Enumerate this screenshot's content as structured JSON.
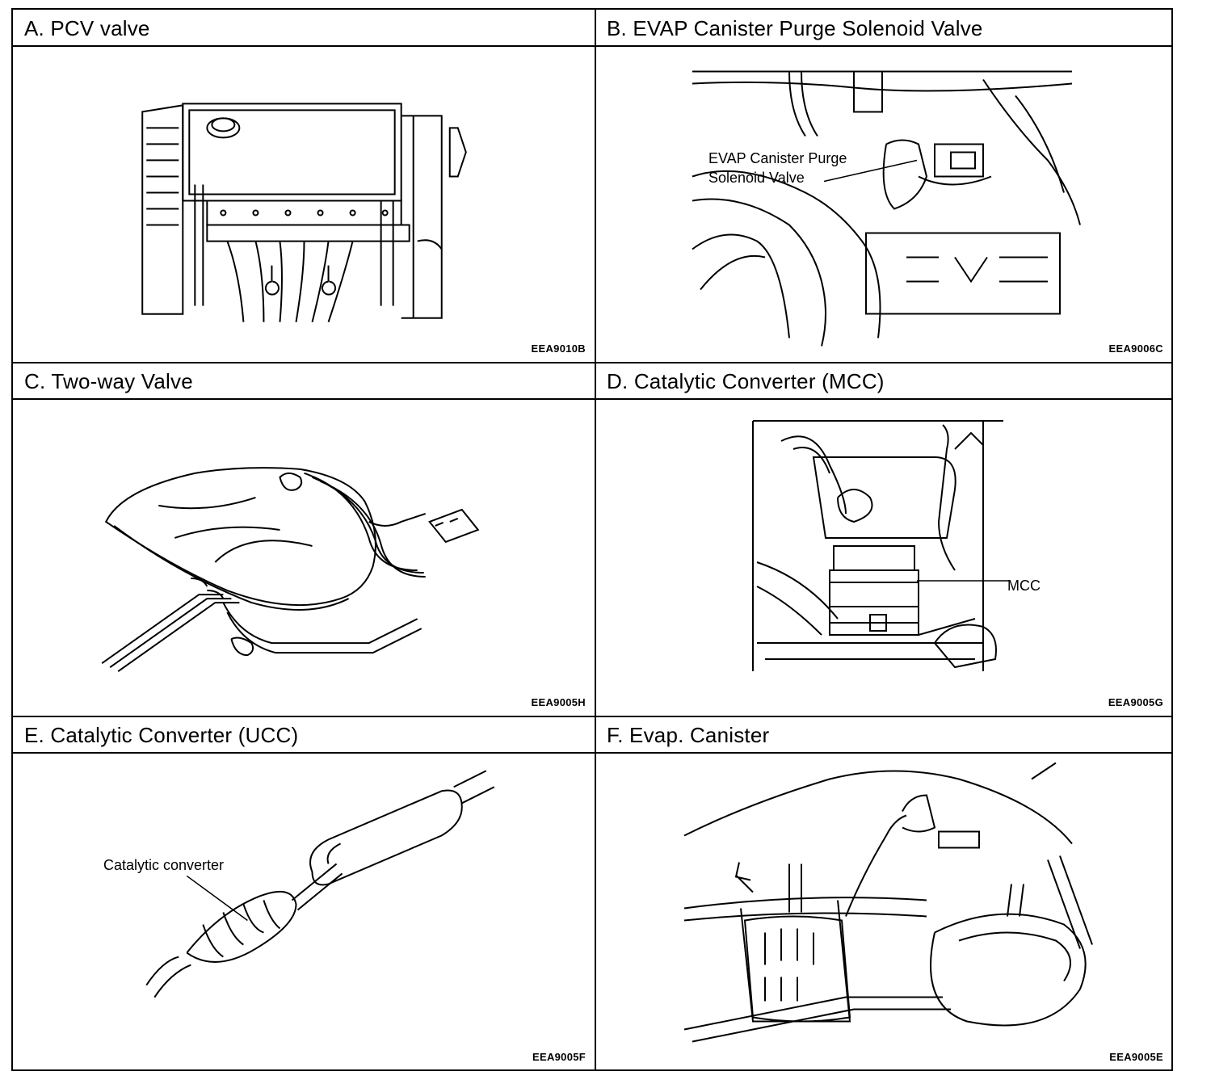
{
  "panels": [
    {
      "title": "A. PCV valve",
      "code": "EEA9010B",
      "callouts": []
    },
    {
      "title": "B. EVAP Canister Purge Solenoid Valve",
      "code": "EEA9006C",
      "callouts": [
        "EVAP Canister Purge",
        "Solenoid Valve"
      ]
    },
    {
      "title": "C. Two-way Valve",
      "code": "EEA9005H",
      "callouts": []
    },
    {
      "title": "D. Catalytic Converter (MCC)",
      "code": "EEA9005G",
      "callouts": [
        "MCC"
      ]
    },
    {
      "title": "E. Catalytic Converter (UCC)",
      "code": "EEA9005F",
      "callouts": [
        "Catalytic converter"
      ]
    },
    {
      "title": "F. Evap.  Canister",
      "code": "EEA9005E",
      "callouts": []
    }
  ]
}
